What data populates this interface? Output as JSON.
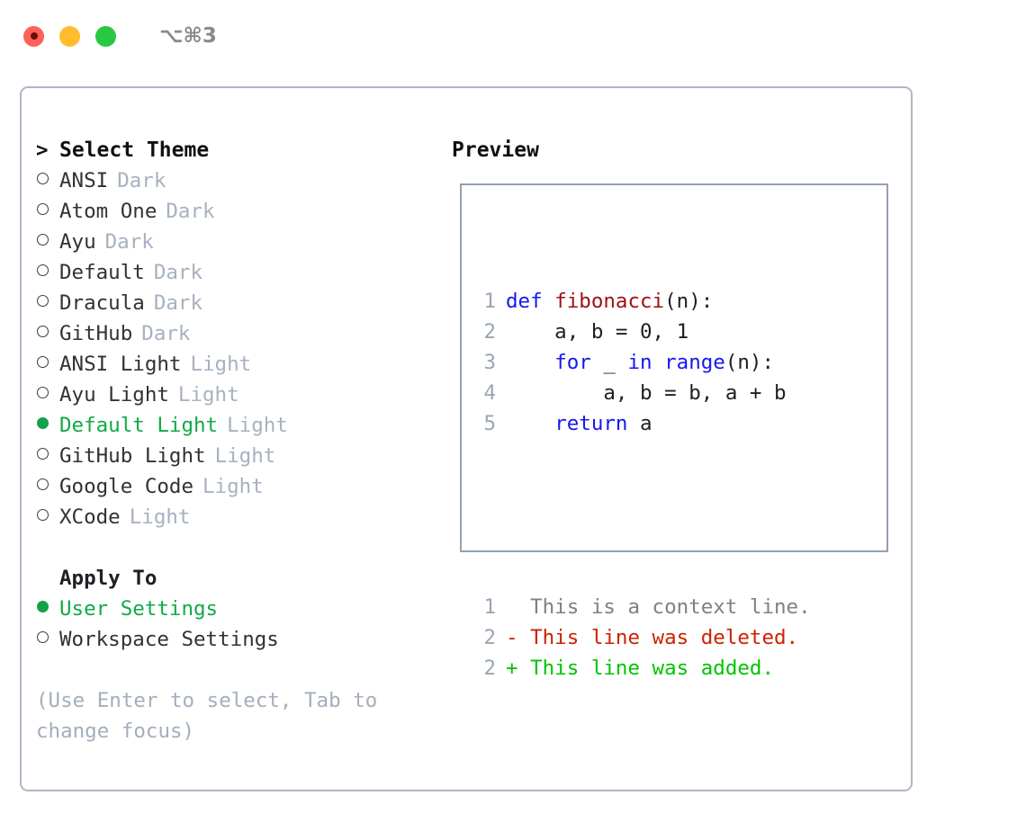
{
  "titlebar": {
    "shortcut": "⌥⌘3",
    "lights": [
      "close-red",
      "minimize-yellow",
      "maximize-green"
    ]
  },
  "theme_list": {
    "header": {
      "prompt": ">",
      "title": "Select Theme"
    },
    "items": [
      {
        "marker": "ring",
        "label": "ANSI",
        "tag": "Dark",
        "selected": false
      },
      {
        "marker": "ring",
        "label": "Atom One",
        "tag": "Dark",
        "selected": false
      },
      {
        "marker": "ring",
        "label": "Ayu",
        "tag": "Dark",
        "selected": false
      },
      {
        "marker": "ring",
        "label": "Default",
        "tag": "Dark",
        "selected": false
      },
      {
        "marker": "ring",
        "label": "Dracula",
        "tag": "Dark",
        "selected": false
      },
      {
        "marker": "ring",
        "label": "GitHub",
        "tag": "Dark",
        "selected": false
      },
      {
        "marker": "ring",
        "label": "ANSI Light",
        "tag": "Light",
        "selected": false
      },
      {
        "marker": "ring",
        "label": "Ayu Light",
        "tag": "Light",
        "selected": false
      },
      {
        "marker": "dot",
        "label": "Default Light",
        "tag": "Light",
        "selected": true
      },
      {
        "marker": "ring",
        "label": "GitHub Light",
        "tag": "Light",
        "selected": false
      },
      {
        "marker": "ring",
        "label": "Google Code",
        "tag": "Light",
        "selected": false
      },
      {
        "marker": "ring",
        "label": "XCode",
        "tag": "Light",
        "selected": false
      }
    ]
  },
  "apply_to": {
    "title": "Apply To",
    "items": [
      {
        "marker": "dot",
        "label": "User Settings",
        "selected": true
      },
      {
        "marker": "ring",
        "label": "Workspace Settings",
        "selected": false
      }
    ]
  },
  "hint": "(Use Enter to select, Tab to change focus)",
  "preview": {
    "title": "Preview",
    "code_lines": [
      {
        "num": "1",
        "tokens": [
          {
            "t": "def",
            "c": "kw"
          },
          {
            "t": " ",
            "c": "txt"
          },
          {
            "t": "fibonacci",
            "c": "fn"
          },
          {
            "t": "(n):",
            "c": "txt"
          }
        ]
      },
      {
        "num": "2",
        "tokens": [
          {
            "t": "    a, b = 0, 1",
            "c": "txt"
          }
        ]
      },
      {
        "num": "3",
        "tokens": [
          {
            "t": "    ",
            "c": "txt"
          },
          {
            "t": "for",
            "c": "kw"
          },
          {
            "t": " _ ",
            "c": "txt"
          },
          {
            "t": "in",
            "c": "kw"
          },
          {
            "t": " ",
            "c": "txt"
          },
          {
            "t": "range",
            "c": "kw"
          },
          {
            "t": "(n):",
            "c": "txt"
          }
        ]
      },
      {
        "num": "4",
        "tokens": [
          {
            "t": "        a, b = b, a + b",
            "c": "txt"
          }
        ]
      },
      {
        "num": "5",
        "tokens": [
          {
            "t": "    ",
            "c": "txt"
          },
          {
            "t": "return",
            "c": "kw"
          },
          {
            "t": " a",
            "c": "txt"
          }
        ]
      }
    ],
    "diff_lines": [
      {
        "num": "1",
        "sign": " ",
        "text": "This is a context line.",
        "kind": "ctx"
      },
      {
        "num": "2",
        "sign": "-",
        "text": "This line was deleted.",
        "kind": "del"
      },
      {
        "num": "2",
        "sign": "+",
        "text": "This line was added.",
        "kind": "add"
      }
    ]
  },
  "colors": {
    "accent_green": "#0faa46",
    "keyword_blue": "#1417f0",
    "function_red": "#9c1212",
    "diff_add": "#00c400",
    "diff_del": "#cc2200",
    "tag_grey": "#a7b1c0",
    "border": "#aeb7c4"
  }
}
